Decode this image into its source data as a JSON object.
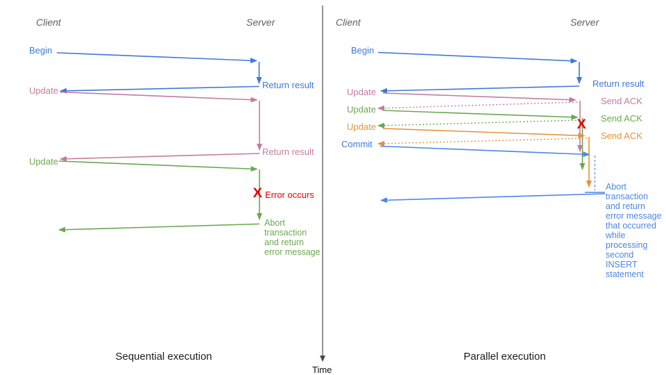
{
  "colors": {
    "blue": "#3c78d8",
    "light_blue": "#4a86e8",
    "pink": "#c27ba0",
    "green": "#6aa84f",
    "orange": "#e69138",
    "red": "#e50000",
    "axis_gray": "#4a4a4a"
  },
  "time_axis": {
    "label": "Time"
  },
  "left": {
    "caption": "Sequential execution",
    "client_header": "Client",
    "server_header": "Server",
    "messages": {
      "begin": "Begin",
      "return_result_1": "Return result",
      "update_1": "Update",
      "return_result_2": "Return result",
      "update_2": "Update",
      "error_mark": "X",
      "error": "Error occurs",
      "abort": "Abort transaction and return error message"
    }
  },
  "right": {
    "caption": "Parallel execution",
    "client_header": "Client",
    "server_header": "Server",
    "messages": {
      "begin": "Begin",
      "return_result": "Return result",
      "update_1": "Update",
      "send_ack_1": "Send ACK",
      "update_2": "Update",
      "send_ack_2": "Send ACK",
      "update_3": "Update",
      "send_ack_3": "Send ACK",
      "commit": "Commit",
      "error_mark": "X",
      "abort": "Abort transaction and return error message that occurred while processing second INSERT statement"
    }
  }
}
